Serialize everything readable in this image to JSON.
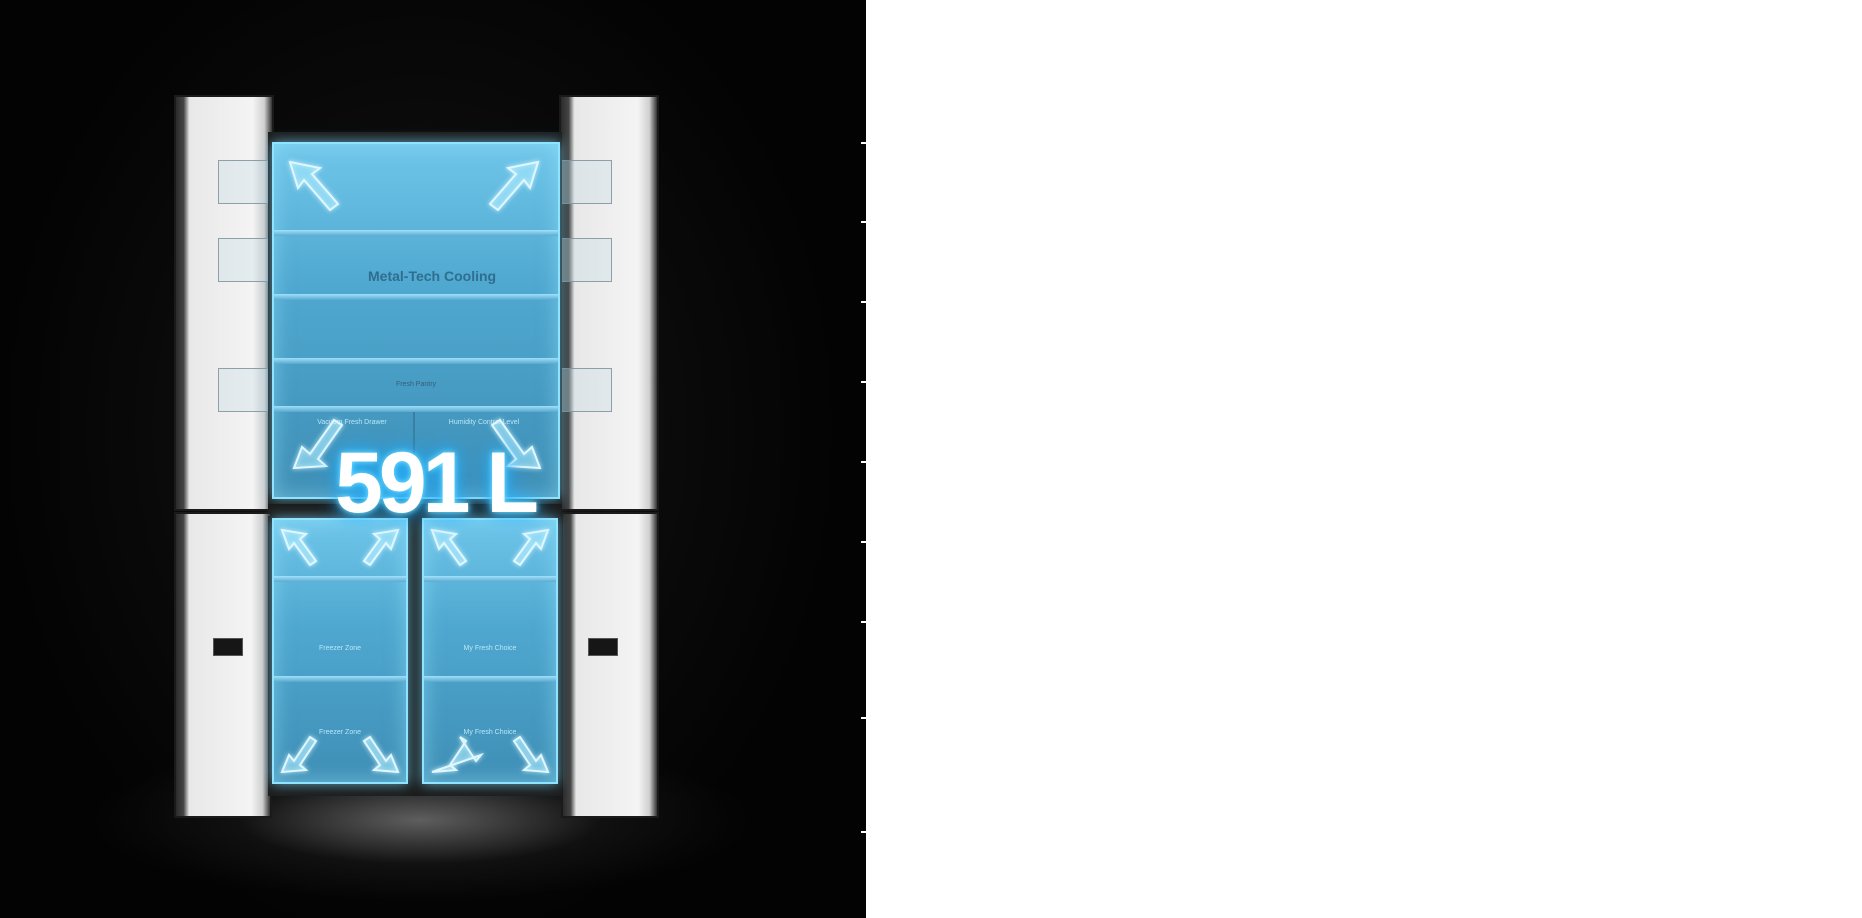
{
  "image": {
    "capacity_label": "591 L",
    "fridge_label": "Metal-Tech Cooling",
    "pantry_label": "Fresh Pantry",
    "drawer_left_label": "Vacuum Fresh Drawer",
    "drawer_right_label": "Humidity Control Level",
    "freezer_left_top": "Freezer Zone",
    "freezer_right_top": "My Fresh Choice",
    "freezer_left_bottom": "Freezer Zone",
    "freezer_right_bottom": "My Fresh Choice",
    "colors": {
      "glow": "#2bbcff",
      "compartment": "#4fa8d0",
      "background": "#030303",
      "panel": "#ffffff"
    }
  }
}
